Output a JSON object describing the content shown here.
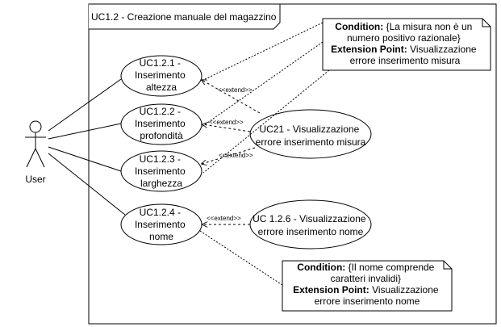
{
  "diagram": {
    "system": {
      "title": "UC1.2 - Creazione manuale del magazzino"
    },
    "actor": {
      "label": "User"
    },
    "use_cases": [
      {
        "id": "uc121",
        "lines": [
          "UC1.2.1 -",
          "Inserimento",
          "altezza"
        ]
      },
      {
        "id": "uc122",
        "lines": [
          "UC1.2.2 -",
          "Inserimento",
          "profondità"
        ]
      },
      {
        "id": "uc123",
        "lines": [
          "UC1.2.3 -",
          "Inserimento",
          "larghezza"
        ]
      },
      {
        "id": "uc124",
        "lines": [
          "UC1.2.4 -",
          "Inserimento",
          "nome"
        ]
      },
      {
        "id": "uc21",
        "lines": [
          "UC21 - Visualizzazione",
          "errore inserimento misura"
        ]
      },
      {
        "id": "uc126",
        "lines": [
          "UC 1.2.6 - Visualizzazione",
          "errore inserimento nome"
        ]
      }
    ],
    "extend_label": "<<extend>>",
    "notes": [
      {
        "condition_key": "Condition:",
        "condition_lines": [
          "{La misura non è un",
          "numero positivo razionale}"
        ],
        "extension_key": "Extension Point:",
        "extension_lines": [
          "Visualizzazione",
          "errore inserimento misura"
        ]
      },
      {
        "condition_key": "Condition:",
        "condition_lines": [
          "{Il nome comprende",
          "caratteri invalidi}"
        ],
        "extension_key": "Extension Point:",
        "extension_lines": [
          "Visualizzazione",
          "errore inserimento nome"
        ]
      }
    ]
  }
}
